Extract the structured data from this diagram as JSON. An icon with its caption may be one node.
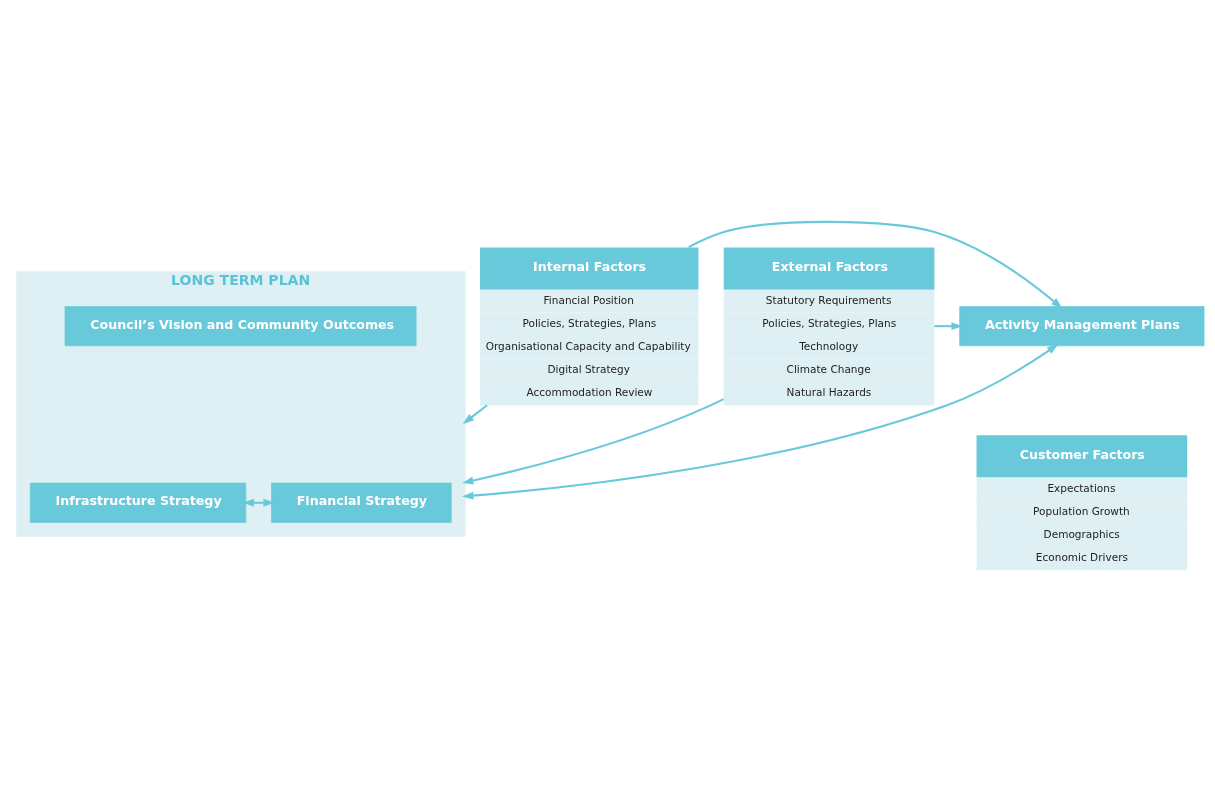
{
  "diagram": {
    "nodes": [
      {
        "text": [
          "LONG TERM PLAN"
        ]
      },
      {
        "text": [
          "Council’s Vision and Community Outcomes"
        ],
        "in": 0
      },
      {
        "text": [
          "Infrastructure Strategy"
        ],
        "in": 0
      },
      {
        "text": [
          "Financial Strategy"
        ],
        "in": 0
      },
      {
        "text": [
          "Internal Factors",
          "Financial Position",
          "Policies, Strategies, Plans",
          "Organisational Capacity and Capability",
          "Digital Strategy",
          "Accommodation Review"
        ]
      },
      {
        "text": [
          "Activity Management Plans"
        ]
      },
      {
        "text": [
          "Customer Factors",
          "Expectations",
          "Population Growth",
          "Demographics",
          "Economic Drivers"
        ]
      },
      {
        "text": [
          "External Factors",
          "Statutory Requirements",
          "Policies, Strategies, Plans",
          "Technology",
          "Climate Change",
          "Natural Hazards"
        ]
      }
    ],
    "edges": [
      {
        "from": 2,
        "to": 3,
        "arrow": "both"
      },
      {
        "from": 0,
        "to": 5,
        "arrow": "both"
      },
      {
        "from": 4,
        "to": 0,
        "arrow": "to"
      },
      {
        "from": 4,
        "to": 5,
        "arrow": "to"
      },
      {
        "from": 7,
        "to": 0,
        "arrow": "to"
      },
      {
        "from": 7,
        "to": 5,
        "arrow": "to"
      }
    ]
  }
}
